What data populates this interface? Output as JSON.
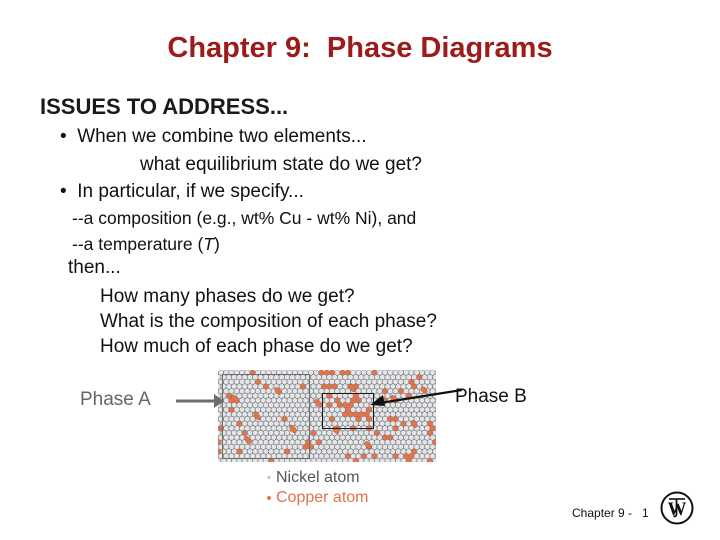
{
  "slide": {
    "title": "Chapter 9:  Phase Diagrams",
    "title_color": "#9E1B1B"
  },
  "content": {
    "heading": "ISSUES TO ADDRESS...",
    "bullet1": "•  When we combine two elements...",
    "sub1": "what equilibrium state do we get?",
    "bullet2": "•  In particular, if we specify...",
    "composition": "--a composition (e.g., wt% Cu - wt% Ni), and",
    "temperature_prefix": "--a temperature (",
    "temperature_symbol": "T",
    "temperature_suffix": ")",
    "then": "then...",
    "question1": "How many phases do we get?",
    "question2": "What is the composition of each phase?",
    "question3": "How much of each phase do we get?"
  },
  "figure": {
    "phase_a_label": "Phase A",
    "phase_b_label": "Phase B",
    "phase_a_label_color": "#666666",
    "phase_b_label_color": "#111111",
    "phase_a_box_color": "#6d6d6d",
    "phase_b_box_color": "#1a1a1a",
    "phase_a_arrow_icon": "arrow-right-icon",
    "phase_b_arrow_icon": "arrow-left-icon",
    "nickel_atom_color": "#E3E5E8",
    "copper_atom_color": "#E2734A",
    "atom_outline_color": "#5a5a5a"
  },
  "legend": {
    "nickel_marker": "◦",
    "nickel_label": "Nickel atom",
    "nickel_color": "#555555",
    "copper_marker": "•",
    "copper_label": "Copper atom",
    "copper_color": "#E2734A"
  },
  "footer": {
    "text": "Chapter 9 -   1",
    "logo_icon": "wiley-monogram-logo",
    "logo_letters": "JW"
  }
}
